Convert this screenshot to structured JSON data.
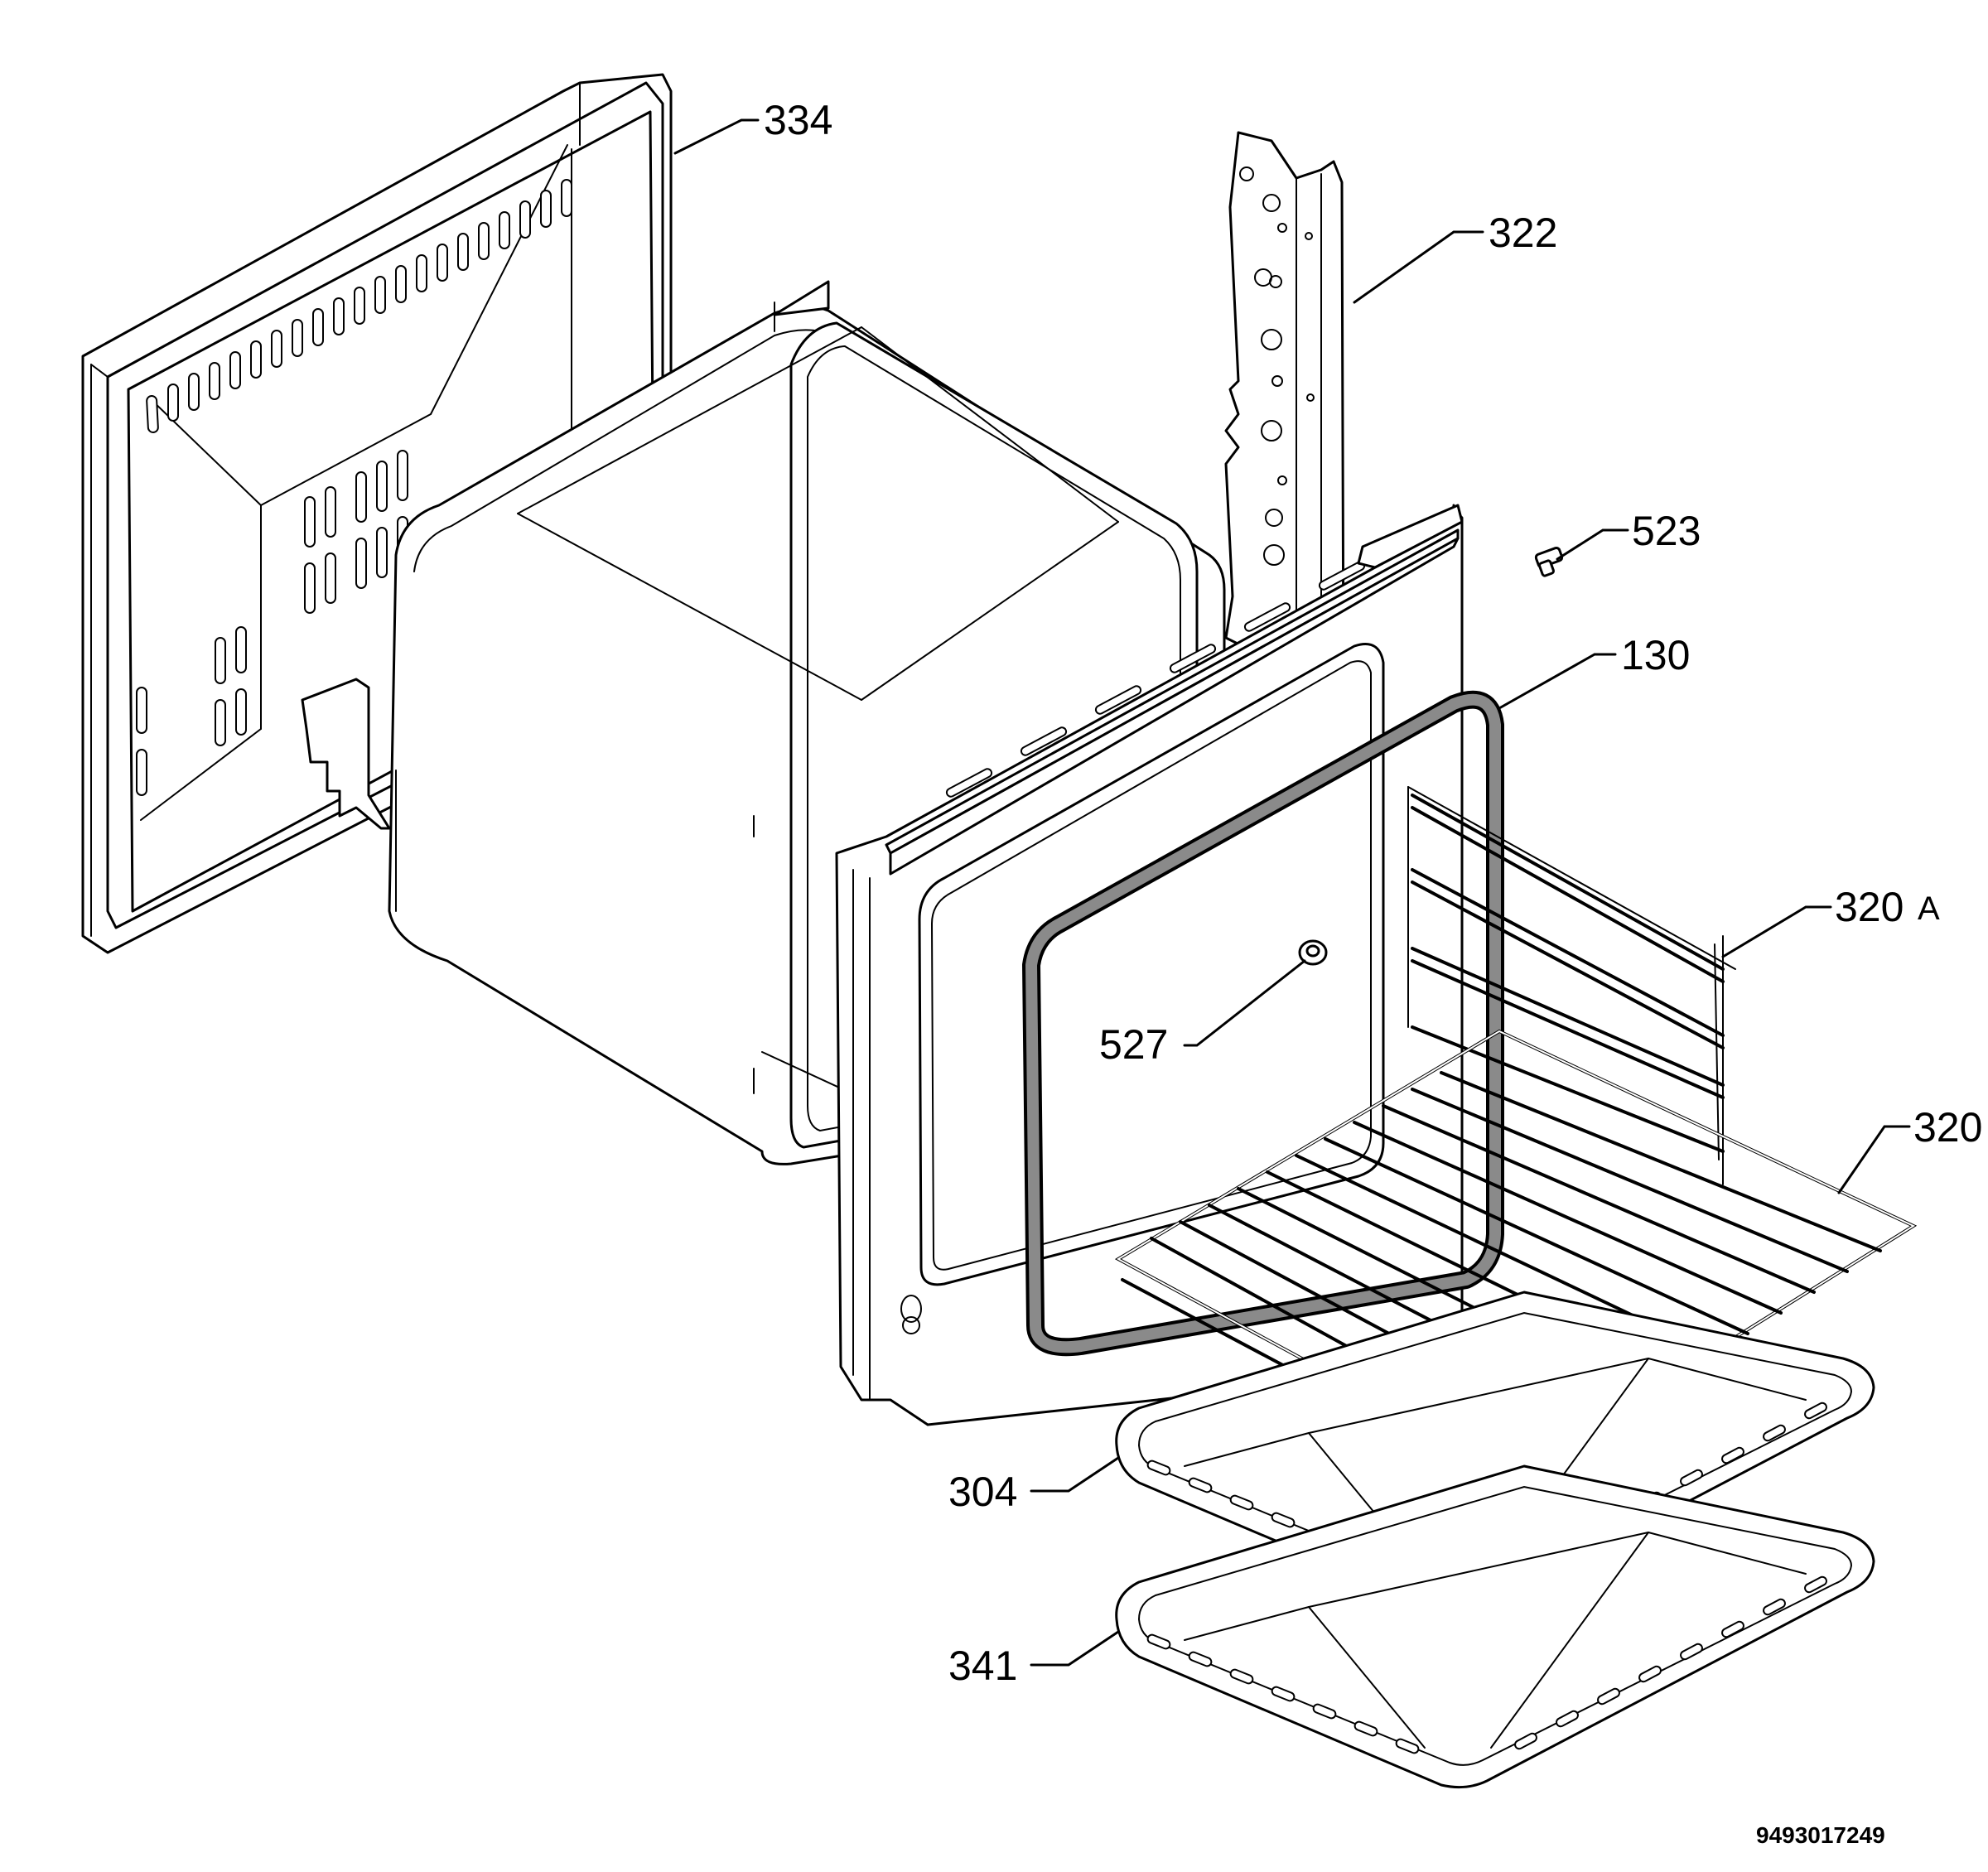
{
  "diagram": {
    "parts": [
      {
        "id": "back-panel",
        "label": "334"
      },
      {
        "id": "side-rail",
        "label": "322"
      },
      {
        "id": "screw",
        "label": "523"
      },
      {
        "id": "door-gasket",
        "label": "130"
      },
      {
        "id": "shelf-support",
        "label": "320",
        "suffix": "A"
      },
      {
        "id": "lamp",
        "label": "527"
      },
      {
        "id": "wire-shelf",
        "label": "320"
      },
      {
        "id": "baking-tray",
        "label": "304"
      },
      {
        "id": "drip-pan",
        "label": "341"
      }
    ],
    "document_number": "9493017249"
  }
}
